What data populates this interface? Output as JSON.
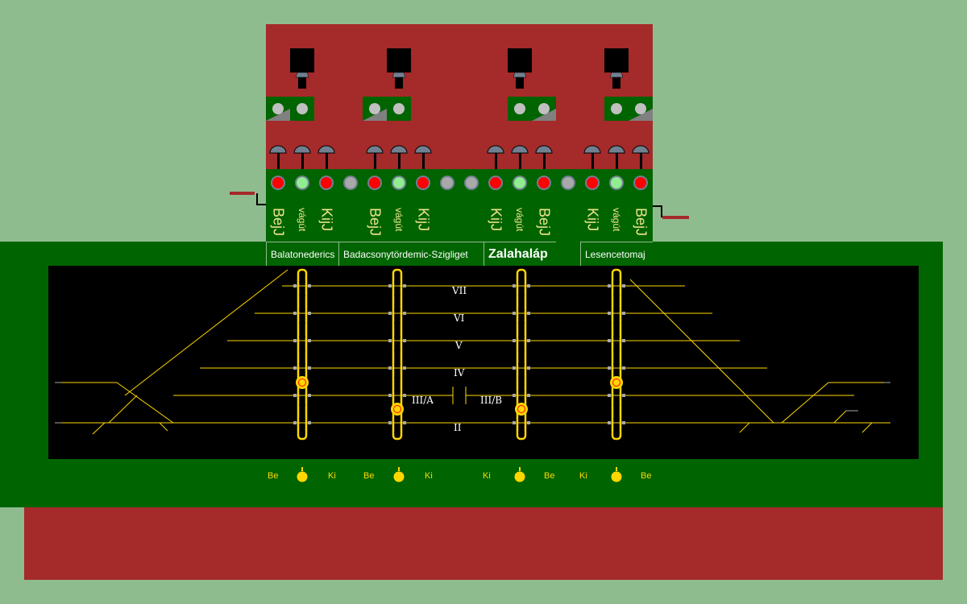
{
  "colors": {
    "background": "#8fbc8f",
    "panel_red": "#a52a2a",
    "panel_green": "#006400",
    "track": "#ffd700",
    "lamp_red": "#ff0000",
    "lamp_green": "#90ee90",
    "lamp_off": "#a9a9a9"
  },
  "lamps": [
    "red",
    "green",
    "red",
    "off",
    "red",
    "green",
    "red",
    "off",
    "off",
    "red",
    "green",
    "red",
    "off",
    "red",
    "green",
    "red"
  ],
  "column_labels": [
    {
      "text": "BejJ",
      "size": "big"
    },
    {
      "text": "vágút",
      "size": "small"
    },
    {
      "text": "KijJ",
      "size": "big"
    },
    {
      "text": "BejJ",
      "size": "big"
    },
    {
      "text": "vágút",
      "size": "small"
    },
    {
      "text": "KijJ",
      "size": "big"
    },
    {
      "text": "KijJ",
      "size": "big"
    },
    {
      "text": "vágút",
      "size": "small"
    },
    {
      "text": "BejJ",
      "size": "big"
    },
    {
      "text": "KijJ",
      "size": "big"
    },
    {
      "text": "vágút",
      "size": "small"
    },
    {
      "text": "BejJ",
      "size": "big"
    }
  ],
  "stations": [
    "Balatonederics",
    "Badacsonytördemic-Szigliget",
    "Zalahaláp",
    "Lesencetomaj"
  ],
  "tracks": [
    "VII",
    "VI",
    "V",
    "IV",
    "III/A",
    "III/B",
    "II"
  ],
  "bottom_labels": [
    "Be",
    "Ki",
    "Be",
    "Ki",
    "Ki",
    "Be",
    "Ki",
    "Be"
  ]
}
